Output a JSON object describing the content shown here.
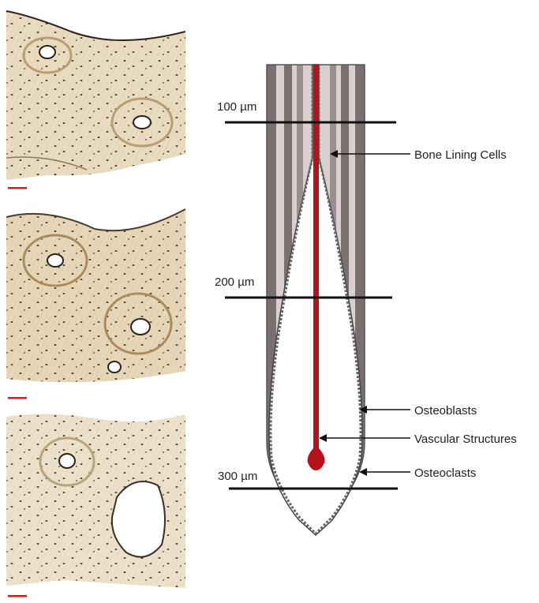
{
  "depth_markers": [
    "100 µm",
    "200 µm",
    "300 µm"
  ],
  "annotations": {
    "bone_lining_cells": "Bone Lining Cells",
    "osteoblasts": "Osteoblasts",
    "vascular_structures": "Vascular Structures",
    "osteoclasts": "Osteoclasts"
  },
  "colors": {
    "vessel": "#b5121b",
    "canal_dark": "#7a7070",
    "canal_light": "#d9cfcf",
    "bone_tissue": "#e8dcc2"
  }
}
